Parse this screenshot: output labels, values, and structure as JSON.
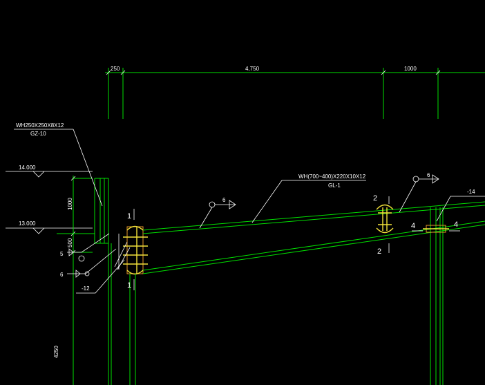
{
  "dimensions": {
    "d250": "250",
    "d4750": "4,750",
    "d1000": "1000",
    "v1000": "1000",
    "v500": "500",
    "v4250": "4250"
  },
  "elevations": {
    "top": "14.000",
    "mid": "13.000"
  },
  "column": {
    "section": "WH250X250X8X12",
    "mark": "GZ-10"
  },
  "beam": {
    "section": "WH(700~400)X220X10X12",
    "mark": "GL-1"
  },
  "weld_symbols": {
    "beam_top": "6",
    "right_top": "6",
    "left_5": "5",
    "left_6": "6",
    "plate_left": "-12",
    "plate_right": "-14"
  },
  "sections": {
    "s1_top": "1",
    "s1_bottom": "1",
    "s2_top": "2",
    "s2_bottom": "2",
    "s4_left": "4",
    "s4_right": "4"
  },
  "colors": {
    "line": "#00e000",
    "leader": "#ffffff",
    "bolt": "#f2e23a",
    "plate": "#e89a2a",
    "background": "#000000"
  }
}
